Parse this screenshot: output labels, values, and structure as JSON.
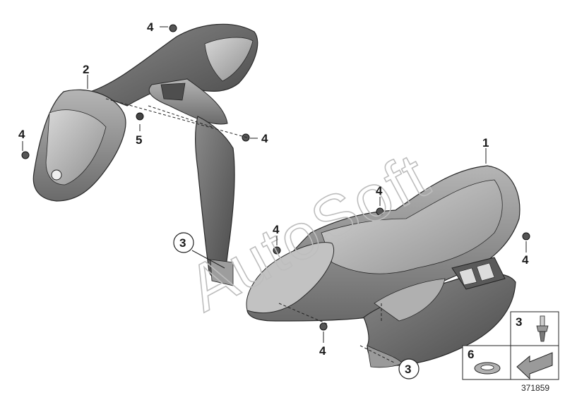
{
  "watermark": "AutoSoft",
  "callouts": {
    "c1": "1",
    "c2": "2",
    "c3a": "3",
    "c3b": "3",
    "c4a": "4",
    "c4b": "4",
    "c4c": "4",
    "c4d": "4",
    "c4e": "4",
    "c4f": "4",
    "c4g": "4",
    "c5": "5"
  },
  "legend": {
    "item3": "3",
    "item6": "6"
  },
  "reference_number": "371859",
  "colors": {
    "part_dark": "#6e6e6e",
    "part_mid": "#9a9a9a",
    "part_light": "#cfcfcf",
    "outline": "#2a2a2a"
  }
}
